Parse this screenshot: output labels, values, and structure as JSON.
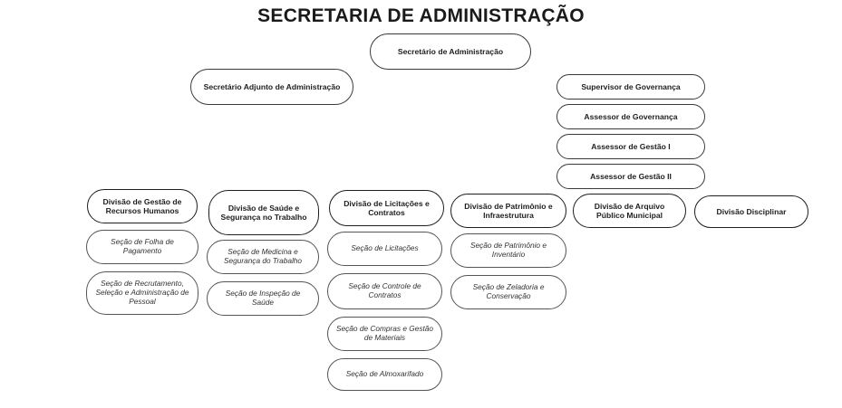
{
  "title": "SECRETARIA DE ADMINISTRAÇÃO",
  "top": {
    "secretario": "Secretário de Administração",
    "adjunto": "Secretário Adjunto de Administração"
  },
  "staff": [
    "Supervisor de Governança",
    "Assessor de Governança",
    "Assessor de Gestão I",
    "Assessor de Gestão II"
  ],
  "divisions": [
    {
      "name": "Divisão de Gestão de Recursos Humanos",
      "sections": [
        "Seção de Folha de Pagamento",
        "Seção de Recrutamento, Seleção e Administração de Pessoal"
      ]
    },
    {
      "name": "Divisão de Saúde e Segurança no Trabalho",
      "sections": [
        "Seção de Medicina e Segurança do Trabalho",
        "Seção de Inspeção de Saúde"
      ]
    },
    {
      "name": "Divisão de Licitações e Contratos",
      "sections": [
        "Seção de Licitações",
        "Seção de Controle de Contratos",
        "Seção de Compras e Gestão de Materiais",
        "Seção de Almoxarifado"
      ]
    },
    {
      "name": "Divisão de Patrimônio e Infraestrutura",
      "sections": [
        "Seção de Patrimônio e Inventário",
        "Seção de Zeladoria e Conservação"
      ]
    },
    {
      "name": "Divisão de Arquivo Público Municipal",
      "sections": []
    },
    {
      "name": "Divisão Disciplinar",
      "sections": []
    }
  ]
}
